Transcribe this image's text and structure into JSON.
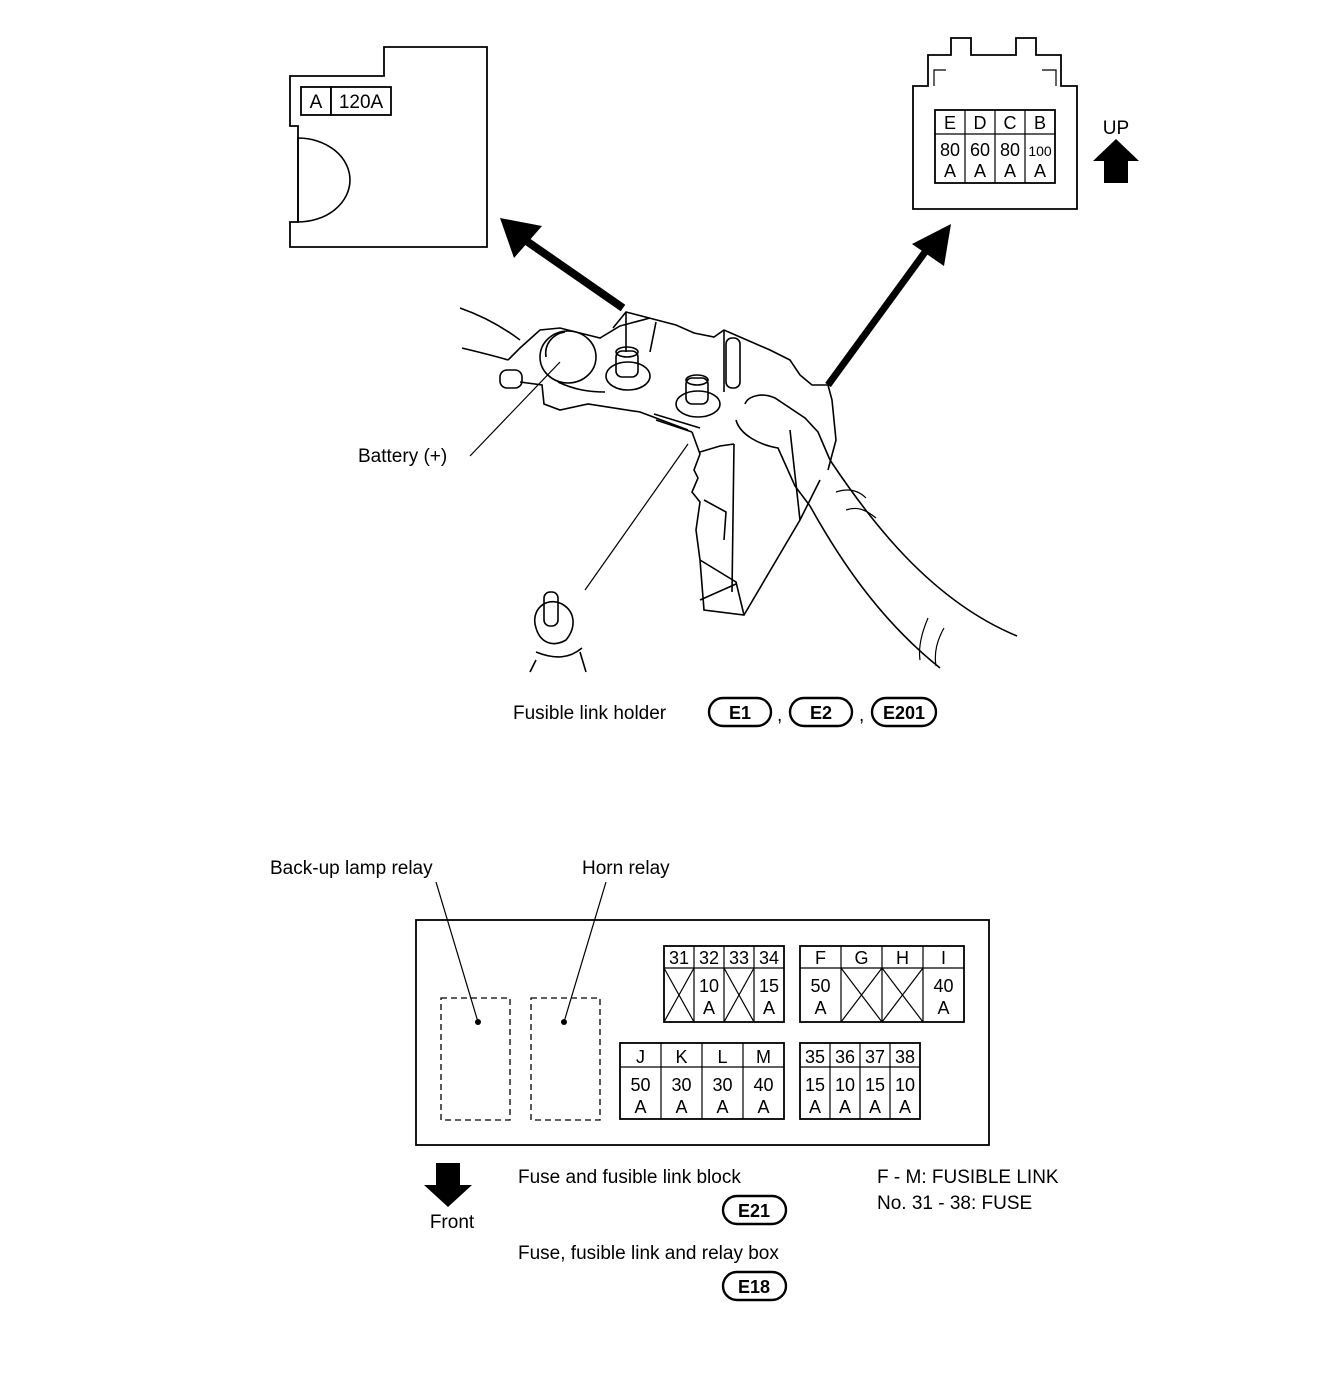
{
  "top": {
    "holder_a": {
      "label": "A",
      "rating": "120A"
    },
    "holder_b": {
      "cells": [
        {
          "label": "E",
          "value": "80",
          "unit": "A"
        },
        {
          "label": "D",
          "value": "60",
          "unit": "A"
        },
        {
          "label": "C",
          "value": "80",
          "unit": "A"
        },
        {
          "label": "B",
          "value": "100",
          "unit": "A"
        }
      ]
    },
    "up_label": "UP",
    "battery_label": "Battery (+)",
    "holder_caption": "Fusible link holder",
    "holder_connectors": [
      "E1",
      "E2",
      "E201"
    ],
    "separator": ","
  },
  "bottom": {
    "backup_relay_label": "Back-up lamp relay",
    "horn_relay_label": "Horn relay",
    "fuse_row1": {
      "labels": [
        "31",
        "32",
        "33",
        "34"
      ],
      "values": [
        "",
        "10",
        "",
        "15"
      ],
      "units": [
        "",
        "A",
        "",
        "A"
      ]
    },
    "link_row1": {
      "labels": [
        "F",
        "G",
        "H",
        "I"
      ],
      "values": [
        "50",
        "",
        "",
        "40"
      ],
      "units": [
        "A",
        "",
        "",
        "A"
      ]
    },
    "link_row2": {
      "labels": [
        "J",
        "K",
        "L",
        "M"
      ],
      "values": [
        "50",
        "30",
        "30",
        "40"
      ],
      "units": [
        "A",
        "A",
        "A",
        "A"
      ]
    },
    "fuse_row2": {
      "labels": [
        "35",
        "36",
        "37",
        "38"
      ],
      "values": [
        "15",
        "10",
        "15",
        "10"
      ],
      "units": [
        "A",
        "A",
        "A",
        "A"
      ]
    },
    "front_label": "Front",
    "block_caption": "Fuse and fusible link block",
    "block_connector": "E21",
    "box_caption": "Fuse, fusible link and relay box",
    "box_connector": "E18",
    "legend_line1": "F - M: FUSIBLE LINK",
    "legend_line2": "No. 31 - 38: FUSE"
  }
}
